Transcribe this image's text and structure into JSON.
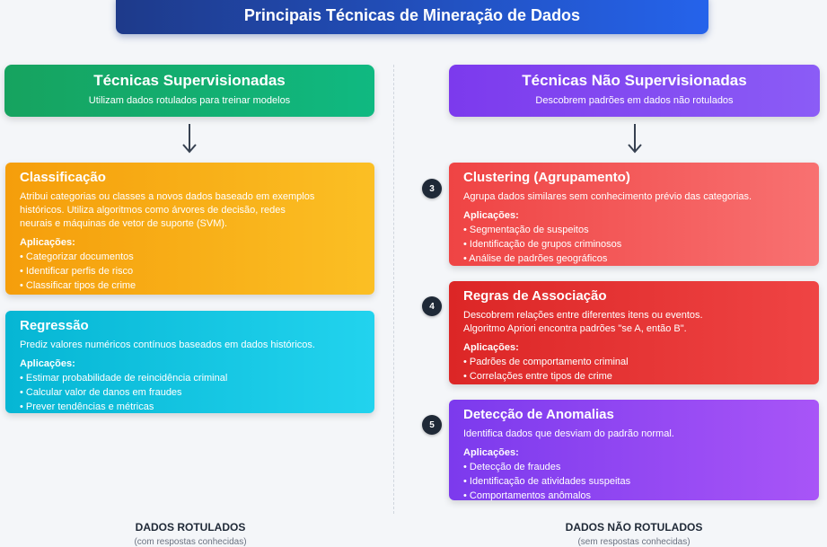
{
  "title": "Principais Técnicas de Mineração de Dados",
  "supervised": {
    "title": "Técnicas Supervisionadas",
    "subtitle": "Utilizam dados rotulados para treinar modelos",
    "color": "#10b981",
    "footer": "DADOS ROTULADOS",
    "footer_sub": "(com respostas conhecidas)",
    "cards": [
      {
        "title": "Classificação",
        "desc1": "Atribui categorias ou classes a novos dados baseado em exemplos",
        "desc2": "históricos. Utiliza algoritmos como árvores de decisão, redes",
        "desc3": "neurais e máquinas de vetor de suporte (SVM).",
        "apps_label": "Aplicações:",
        "apps": [
          "• Categorizar documentos",
          "• Identificar perfis de risco",
          "• Classificar tipos de crime"
        ],
        "color": "#f59e0b"
      },
      {
        "title": "Regressão",
        "desc1": "Prediz valores numéricos contínuos baseados em dados históricos.",
        "apps_label": "Aplicações:",
        "apps": [
          "• Estimar probabilidade de reincidência criminal",
          "• Calcular valor de danos em fraudes",
          "• Prever tendências e métricas"
        ],
        "color": "#06b6d4"
      }
    ]
  },
  "unsupervised": {
    "title": "Técnicas Não Supervisionadas",
    "subtitle": "Descobrem padrões em dados não rotulados",
    "color": "#8b5cf6",
    "footer": "DADOS NÃO ROTULADOS",
    "footer_sub": "(sem respostas conhecidas)",
    "cards": [
      {
        "number": "3",
        "title": "Clustering (Agrupamento)",
        "desc1": "Agrupa dados similares sem conhecimento prévio das categorias.",
        "apps_label": "Aplicações:",
        "apps": [
          "• Segmentação de suspeitos",
          "• Identificação de grupos criminosos",
          "• Análise de padrões geográficos"
        ],
        "color": "#ef4444"
      },
      {
        "number": "4",
        "title": "Regras de Associação",
        "desc1": "Descobrem relações entre diferentes itens ou eventos.",
        "desc2": "Algoritmo Apriori encontra padrões \"se A, então B\".",
        "apps_label": "Aplicações:",
        "apps": [
          "• Padrões de comportamento criminal",
          "• Correlações entre tipos de crime"
        ],
        "color": "#dc2626"
      },
      {
        "number": "5",
        "title": "Detecção de Anomalias",
        "desc1": "Identifica dados que desviam do padrão normal.",
        "apps_label": "Aplicações:",
        "apps": [
          "• Detecção de fraudes",
          "• Identificação de atividades suspeitas",
          "• Comportamentos anômalos"
        ],
        "color": "#7c3aed"
      }
    ]
  }
}
